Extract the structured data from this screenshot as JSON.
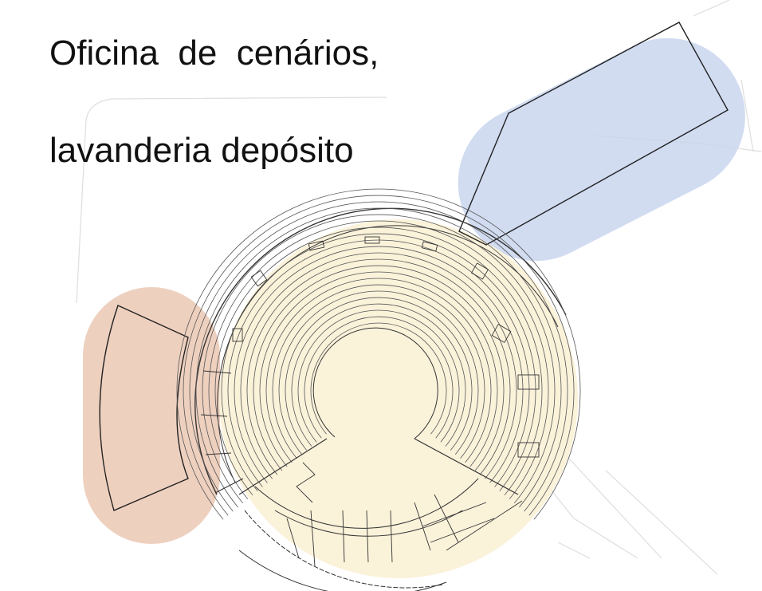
{
  "heading": {
    "line1": "Oficina  de  cenários,",
    "line2": "lavanderia depósito"
  },
  "zones": [
    {
      "id": "blue",
      "color": "#c9d6ee"
    },
    {
      "id": "orange",
      "color": "#eccbb8"
    },
    {
      "id": "yellow",
      "color": "#fbf1d6"
    }
  ],
  "colors": {
    "line": "#222222",
    "thin_line": "#444444",
    "faint_line": "#d8d8d8"
  }
}
